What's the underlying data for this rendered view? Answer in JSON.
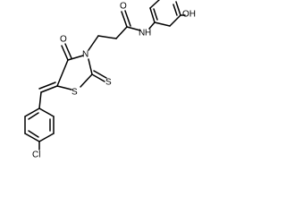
{
  "molecule": {
    "atoms": {
      "oxygen_carbonyl_ring": "O",
      "oxygen_amide": "O",
      "nitrogen_ring": "N",
      "nitrogen_amide": "N",
      "hydrogen_amide": "H",
      "hydroxyl": "OH",
      "sulfur_ring": "S",
      "sulfur_thione": "S",
      "chlorine": "Cl"
    }
  }
}
